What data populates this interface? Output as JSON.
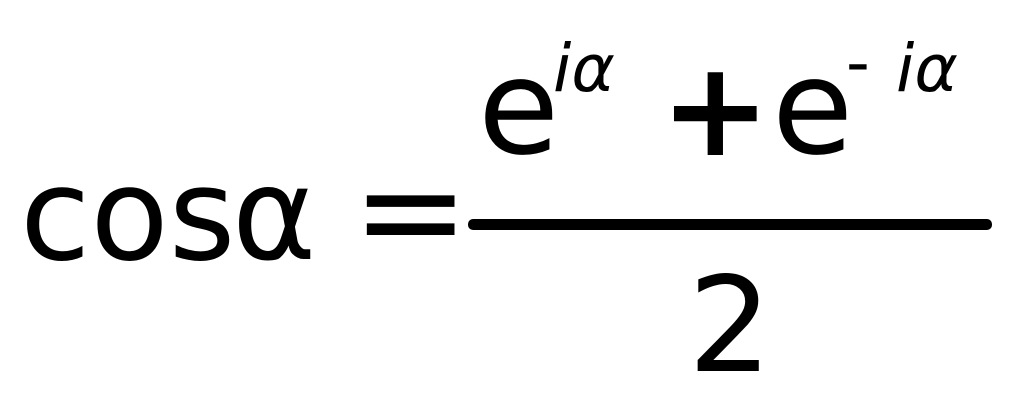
{
  "formula": {
    "lhs_function": "cos",
    "lhs_variable": "α",
    "equals": "=",
    "numerator": {
      "term1_base": "e",
      "term1_exponent": "iα",
      "operator": "+",
      "term2_base": "e",
      "term2_exponent_sign": "-",
      "term2_exponent": "iα"
    },
    "denominator": "2"
  }
}
